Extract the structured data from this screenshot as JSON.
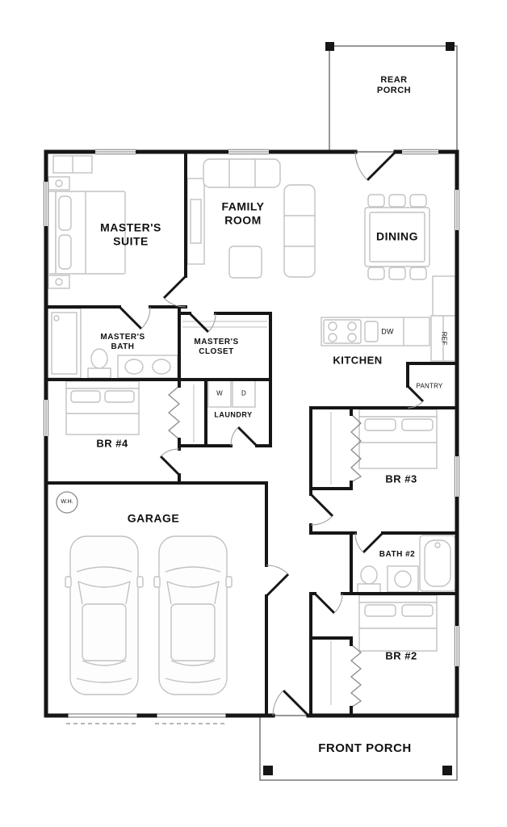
{
  "floorplan": {
    "labels": {
      "rear_porch": "REAR\nPORCH",
      "master_suite": "MASTER'S\nSUITE",
      "family_room": "FAMILY\nROOM",
      "dining": "DINING",
      "masters_bath": "MASTER'S\nBATH",
      "masters_closet": "MASTER'S\nCLOSET",
      "kitchen": "KITCHEN",
      "dishwasher": "DW",
      "refrigerator": "REF",
      "pantry": "PANTRY",
      "washer": "W",
      "dryer": "D",
      "laundry": "LAUNDRY",
      "bedroom4": "BR #4",
      "bedroom3": "BR #3",
      "bath2": "BATH #2",
      "bedroom2": "BR #2",
      "garage": "GARAGE",
      "water_heater": "W.H.",
      "front_porch": "FRONT PORCH"
    },
    "colors": {
      "wall": "#161616",
      "furniture_line": "#c2c2c2",
      "thin_line": "#8c8c8c",
      "background": "#ffffff",
      "label_text": "#111111"
    }
  }
}
